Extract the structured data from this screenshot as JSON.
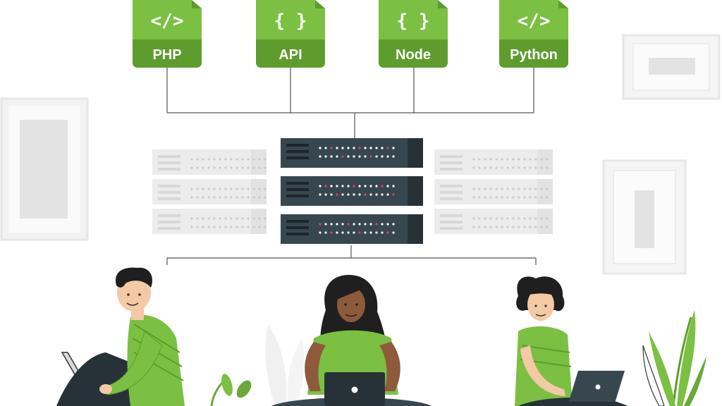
{
  "badges": [
    {
      "symbol": "</>",
      "label": "PHP"
    },
    {
      "symbol": "{ }",
      "label": "API"
    },
    {
      "symbol": "{ }",
      "label": "Node"
    },
    {
      "symbol": "</>",
      "label": "Python"
    }
  ],
  "colors": {
    "accent_green": "#7bc043",
    "accent_green_dark": "#5e9c2e",
    "server_dark": "#37474f",
    "server_shadow": "#263238",
    "server_led_red": "#e0435b",
    "ghost_gray": "#ececec",
    "frame_gray": "#e4e4e4",
    "line_gray": "#555555",
    "skin_light": "#f3c9a6",
    "skin_dark": "#8d5a3b",
    "hair": "#1f1f1f"
  },
  "icons": [
    "code-icon",
    "braces-icon",
    "server-icon",
    "laptop-icon",
    "plant-icon",
    "picture-frame-icon"
  ]
}
